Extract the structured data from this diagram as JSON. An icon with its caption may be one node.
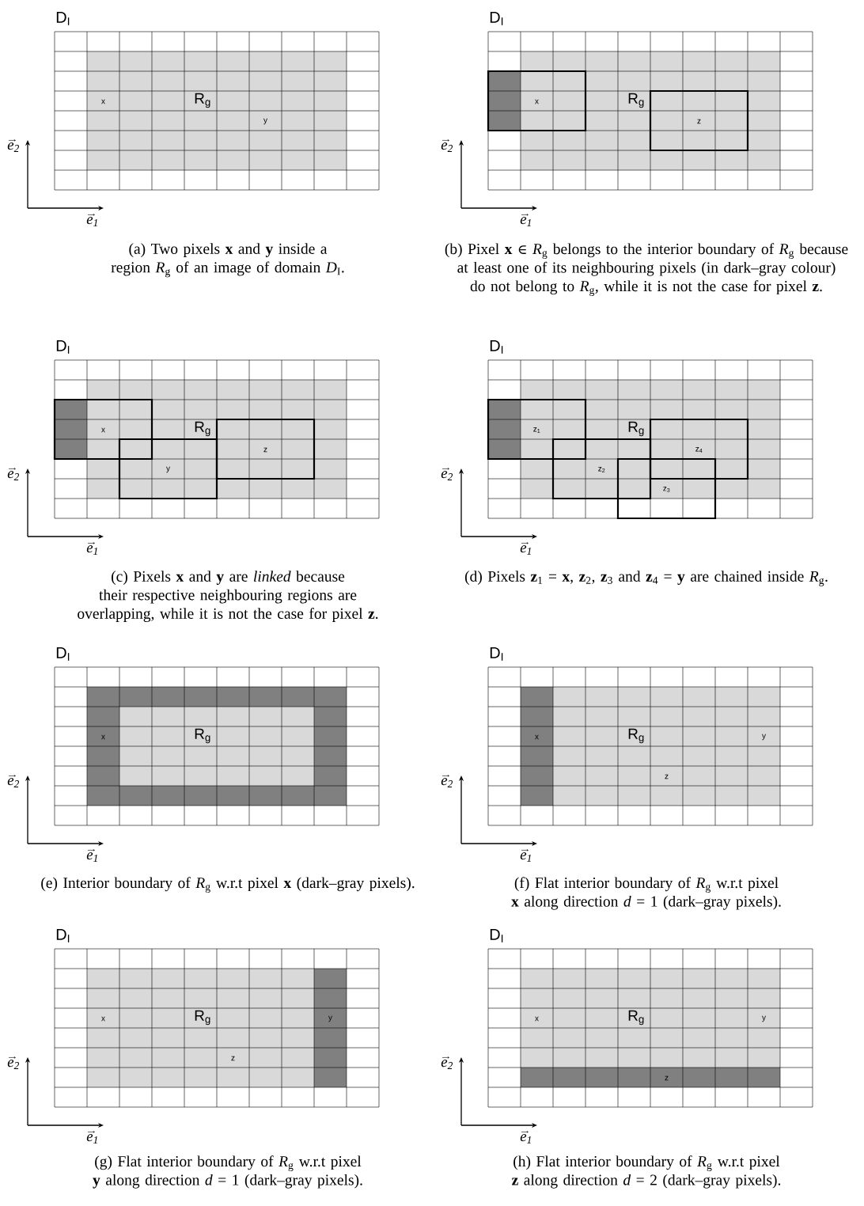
{
  "diagram": {
    "labels": [
      "D$_{I}$",
      "x",
      "R$_{g}$",
      "y",
      "e$_{2}$",
      "e$_{1}$",
      "(a) Two pixels **x** and **y** inside a region *R*$_{g}$ of an image of domain *D*$_{I}$.",
      "D$_{I}$",
      "x",
      "R$_{g}$",
      "z",
      "e$_{2}$",
      "e$_{1}$",
      "(b) Pixel **x** ∈ *R*$_{g}$ belongs to the interior boundary of *R*$_{g}$ because at least one of its neighbouring pixels (in dark–gray colour) do not belong to *R*$_{g}$, while it is not the case for pixel **z**.",
      "D$_{I}$",
      "x",
      "R$_{g}$",
      "z",
      "y",
      "e$_{2}$",
      "e$_{1}$",
      "(c) Pixels **x** and **y** are *linked* because their respective neighbouring regions are overlapping, while it is not the case for pixel **z**.",
      "D$_{I}$",
      "z$_{1}$",
      "R$_{g}$",
      "z$_{4}$",
      "z$_{2}$",
      "z$_{3}$",
      "e$_{2}$",
      "e$_{1}$",
      "(d) Pixels **z**$_{1}$ = **x**, **z**$_{2}$, **z**$_{3}$ and **z**$_{4}$ = **y** are chained inside *R*$_{g}$.",
      "D$_{I}$",
      "x",
      "R$_{g}$",
      "e$_{2}$",
      "e$_{1}$",
      "(e) Interior boundary of *R*$_{g}$ w.r.t pixel **x** (dark–gray pixels).",
      "D$_{I}$",
      "x",
      "R$_{g}$",
      "y",
      "z",
      "e$_{2}$",
      "e$_{1}$",
      "(f) Flat interior boundary of *R*$_{g}$ w.r.t pixel **x** along direction *d* = 1 (dark–gray pixels).",
      "D$_{I}$",
      "x",
      "R$_{g}$",
      "y",
      "z",
      "e$_{2}$",
      "e$_{1}$",
      "(g) Flat interior boundary of *R*$_{g}$ w.r.t pixel **y** along direction *d* = 1 (dark–gray pixels).",
      "D$_{I}$",
      "x",
      "R$_{g}$",
      "y",
      "z",
      "e$_{2}$",
      "e$_{1}$",
      "(h) Flat interior boundary of *R*$_{g}$ w.r.t pixel **z** along direction *d* = 2 (dark–gray pixels)."
    ]
  }
}
